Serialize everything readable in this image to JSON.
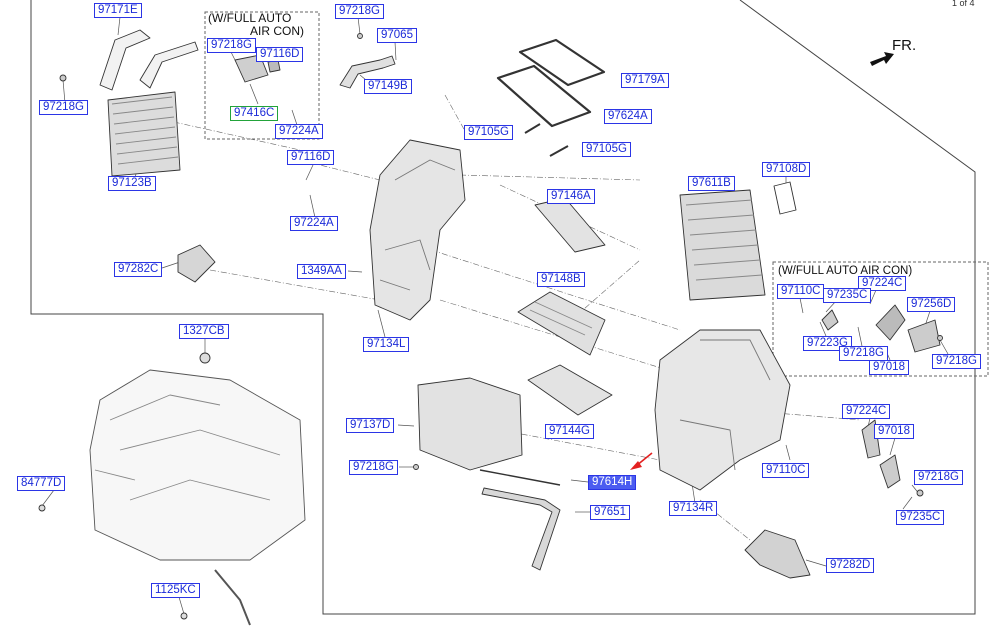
{
  "page_indicator": "1 of 4",
  "direction_label": "FR.",
  "notes": {
    "top_group_line1": "(W/FULL AUTO",
    "top_group_line2": "AIR CON)",
    "right_group": "(W/FULL AUTO AIR CON)"
  },
  "colors": {
    "callout_border": "#2b35e6",
    "callout_text": "#1b2ad8",
    "highlight_border": "#22a33a",
    "selected_fill": "#4b5cf0",
    "arrow": "#e32020"
  },
  "callouts": [
    {
      "id": "c01",
      "label": "97171E"
    },
    {
      "id": "c02",
      "label": "97218G"
    },
    {
      "id": "c03",
      "label": "97218G"
    },
    {
      "id": "c04",
      "label": "97116D"
    },
    {
      "id": "c05",
      "label": "97416C",
      "highlight": "green"
    },
    {
      "id": "c06",
      "label": "97224A"
    },
    {
      "id": "c07",
      "label": "97218G"
    },
    {
      "id": "c08",
      "label": "97065"
    },
    {
      "id": "c09",
      "label": "97149B"
    },
    {
      "id": "c10",
      "label": "97179A"
    },
    {
      "id": "c11",
      "label": "97624A"
    },
    {
      "id": "c12",
      "label": "97105G"
    },
    {
      "id": "c13",
      "label": "97105G"
    },
    {
      "id": "c14",
      "label": "97123B"
    },
    {
      "id": "c15",
      "label": "97116D"
    },
    {
      "id": "c16",
      "label": "97224A"
    },
    {
      "id": "c17",
      "label": "97282C"
    },
    {
      "id": "c18",
      "label": "1349AA"
    },
    {
      "id": "c19",
      "label": "97146A"
    },
    {
      "id": "c20",
      "label": "97148B"
    },
    {
      "id": "c21",
      "label": "97134L"
    },
    {
      "id": "c22",
      "label": "97611B"
    },
    {
      "id": "c23",
      "label": "97108D"
    },
    {
      "id": "c24",
      "label": "97224C"
    },
    {
      "id": "c25",
      "label": "97110C"
    },
    {
      "id": "c26",
      "label": "97235C"
    },
    {
      "id": "c27",
      "label": "97256D"
    },
    {
      "id": "c28",
      "label": "97223G"
    },
    {
      "id": "c29",
      "label": "97218G"
    },
    {
      "id": "c30",
      "label": "97018"
    },
    {
      "id": "c31",
      "label": "97218G"
    },
    {
      "id": "c32",
      "label": "1327CB"
    },
    {
      "id": "c33",
      "label": "97137D"
    },
    {
      "id": "c34",
      "label": "97144G"
    },
    {
      "id": "c35",
      "label": "97218G"
    },
    {
      "id": "c36",
      "label": "97614H",
      "selected": true
    },
    {
      "id": "c37",
      "label": "97651"
    },
    {
      "id": "c38",
      "label": "97134R"
    },
    {
      "id": "c39",
      "label": "97224C"
    },
    {
      "id": "c40",
      "label": "97018"
    },
    {
      "id": "c41",
      "label": "97110C"
    },
    {
      "id": "c42",
      "label": "97218G"
    },
    {
      "id": "c43",
      "label": "97235C"
    },
    {
      "id": "c44",
      "label": "84777D"
    },
    {
      "id": "c45",
      "label": "97282D"
    },
    {
      "id": "c46",
      "label": "1125KC"
    }
  ]
}
